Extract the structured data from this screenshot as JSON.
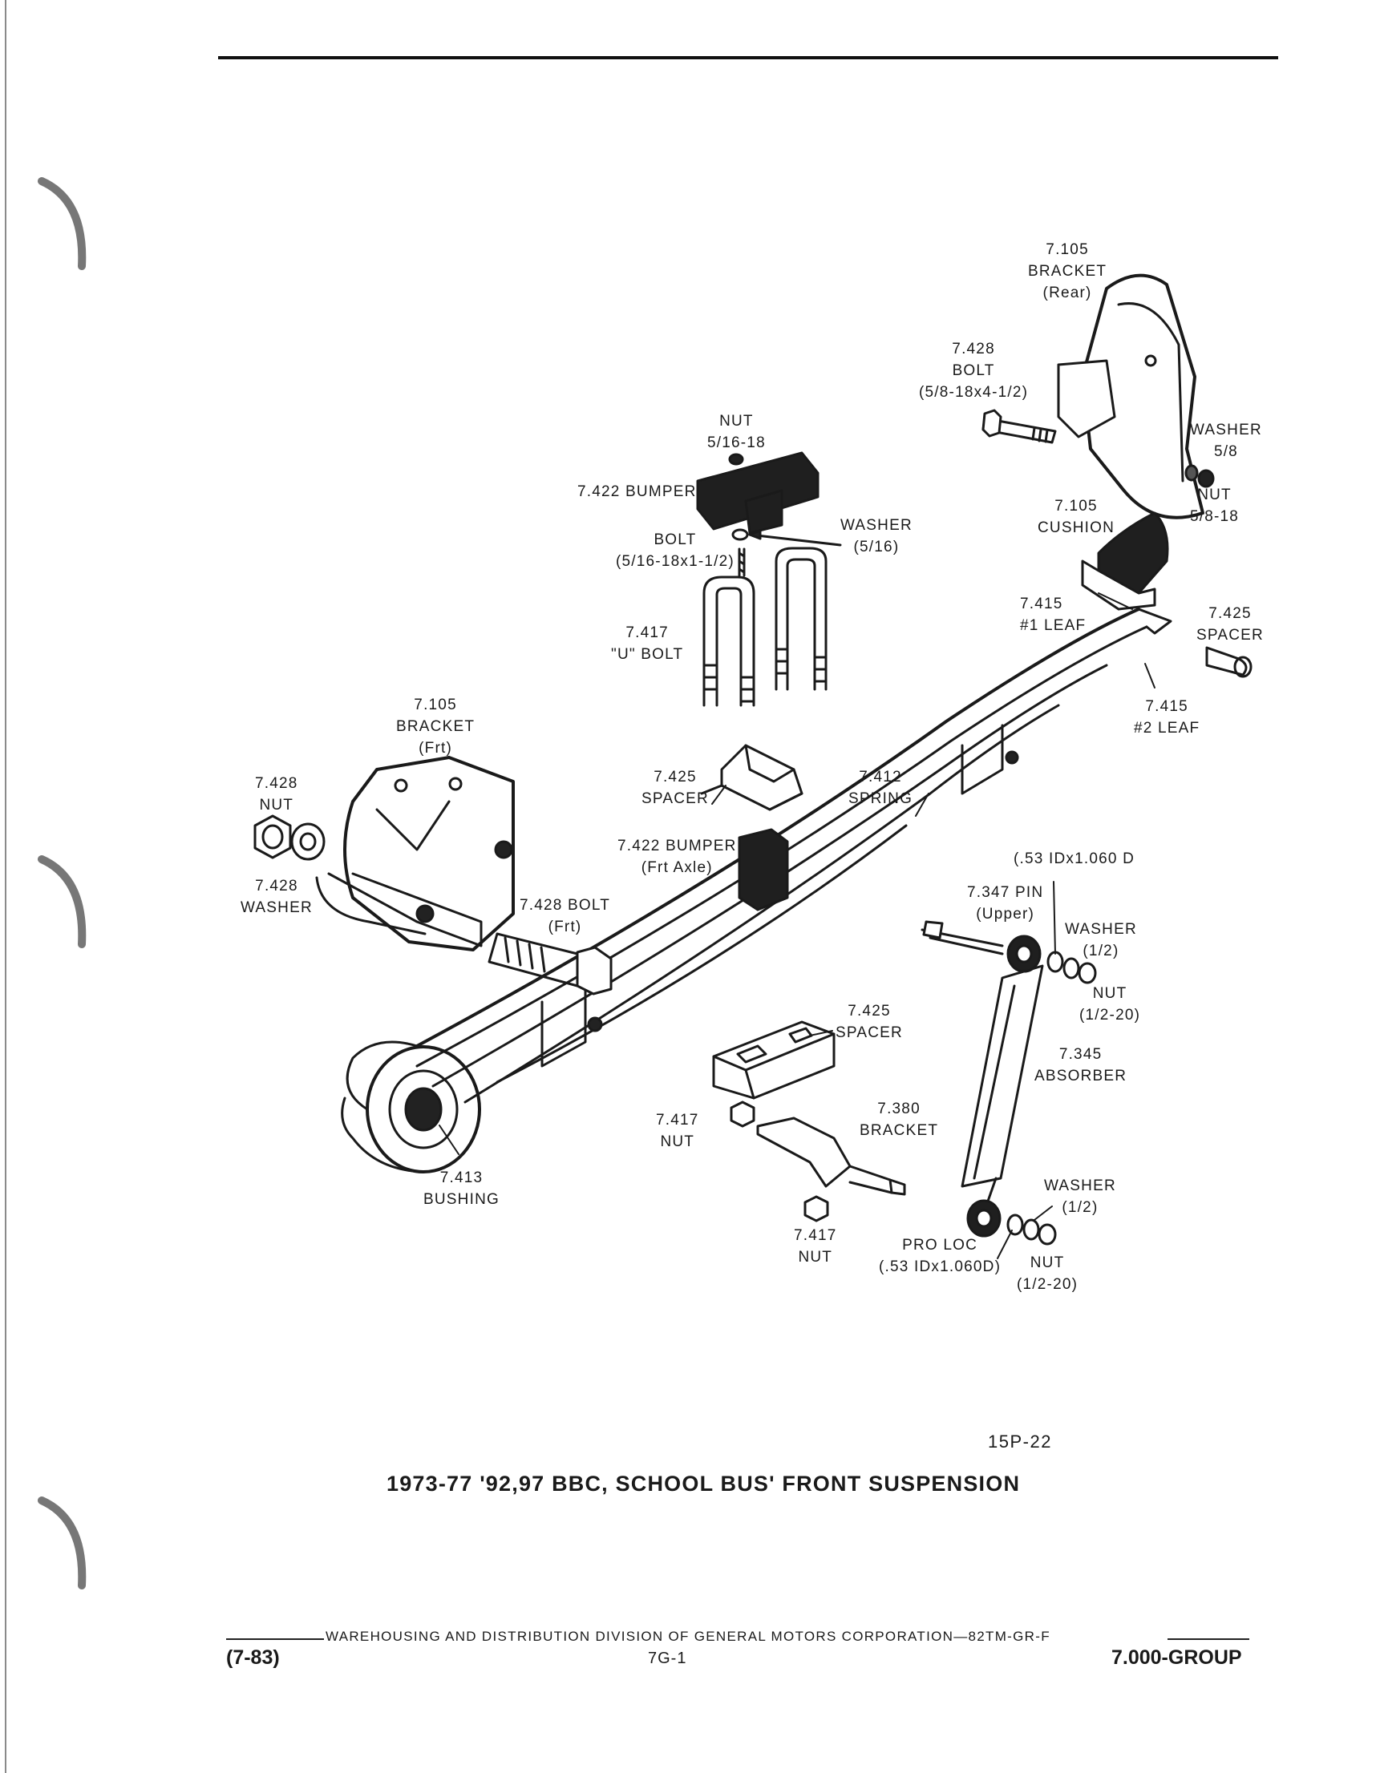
{
  "labels": {
    "bracket_rear": [
      "7.105",
      "BRACKET",
      "(Rear)"
    ],
    "bolt_rear": [
      "7.428",
      "BOLT",
      "(5/8-18x4-1/2)"
    ],
    "washer_58": [
      "WASHER",
      "5/8"
    ],
    "nut_58": [
      "NUT",
      "5/8-18"
    ],
    "cushion": [
      "7.105",
      "CUSHION"
    ],
    "nut_516": [
      "NUT",
      "5/16-18"
    ],
    "bumper_top": [
      "7.422 BUMPER"
    ],
    "washer_516": [
      "WASHER",
      "(5/16)"
    ],
    "bolt_516": [
      "BOLT",
      "(5/16-18x1-1/2)"
    ],
    "leaf1": [
      "7.415",
      "#1 LEAF"
    ],
    "spacer_rear": [
      "7.425",
      "SPACER"
    ],
    "ubolt": [
      "7.417",
      "\"U\" BOLT"
    ],
    "leaf2": [
      "7.415",
      "#2 LEAF"
    ],
    "bracket_frt": [
      "7.105",
      "BRACKET",
      "(Frt)"
    ],
    "nut_frt": [
      "7.428",
      "NUT"
    ],
    "washer_frt": [
      "7.428",
      "WASHER"
    ],
    "spacer_mid": [
      "7.425",
      "SPACER"
    ],
    "spring": [
      "7.412",
      "SPRING"
    ],
    "bumper_axle": [
      "7.422 BUMPER",
      "(Frt Axle)"
    ],
    "pin_dim": [
      "(.53 IDx1.060 D"
    ],
    "pin_upper": [
      "7.347 PIN",
      "(Upper)"
    ],
    "bolt_frt": [
      "7.428 BOLT",
      "(Frt)"
    ],
    "washer_12_top": [
      "WASHER",
      "(1/2)"
    ],
    "nut_12_top": [
      "NUT",
      "(1/2-20)"
    ],
    "spacer_low": [
      "7.425",
      "SPACER"
    ],
    "absorber": [
      "7.345",
      "ABSORBER"
    ],
    "nut_417_a": [
      "7.417",
      "NUT"
    ],
    "bracket_380": [
      "7.380",
      "BRACKET"
    ],
    "bushing": [
      "7.413",
      "BUSHING"
    ],
    "washer_12_bot": [
      "WASHER",
      "(1/2)"
    ],
    "nut_417_b": [
      "7.417",
      "NUT"
    ],
    "pro_loc": [
      "PRO LOC",
      "(.53 IDx1.060D)"
    ],
    "nut_12_bot": [
      "NUT",
      "(1/2-20)"
    ]
  },
  "figure_number": "15P-22",
  "caption": "1973-77 '92,97 BBC, SCHOOL BUS' FRONT SUSPENSION",
  "footer": {
    "line": "WAREHOUSING AND DISTRIBUTION DIVISION OF GENERAL MOTORS CORPORATION—82TM-GR-F",
    "left": "(7-83)",
    "center": "7G-1",
    "right": "7.000-GROUP"
  }
}
